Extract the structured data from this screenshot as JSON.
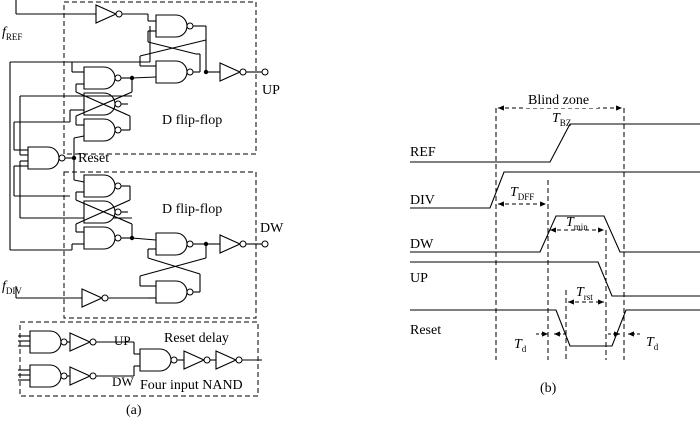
{
  "circuit": {
    "inputs": {
      "f_ref_main": "f",
      "f_ref_sub": "REF",
      "f_div_main": "f",
      "f_div_sub": "DIV"
    },
    "outputs": {
      "up": "UP",
      "dw": "DW"
    },
    "labels": {
      "reset": "Reset",
      "dff_top": "D flip-flop",
      "dff_bottom": "D flip-flop",
      "reset_delay": "Reset delay",
      "four_input_nand": "Four input NAND",
      "delay_up": "UP",
      "delay_dw": "DW"
    },
    "caption": "(a)"
  },
  "timing": {
    "blind_zone": "Blind zone",
    "t_bz_main": "T",
    "t_bz_sub": "BZ",
    "t_dff_main": "T",
    "t_dff_sub": "DFF",
    "t_min_main": "T",
    "t_min_sub": "min",
    "t_rst_main": "T",
    "t_rst_sub": "rst",
    "t_d_main": "T",
    "t_d_sub": "d",
    "signals": [
      "REF",
      "DIV",
      "DW",
      "UP",
      "Reset"
    ],
    "caption": "(b)"
  }
}
